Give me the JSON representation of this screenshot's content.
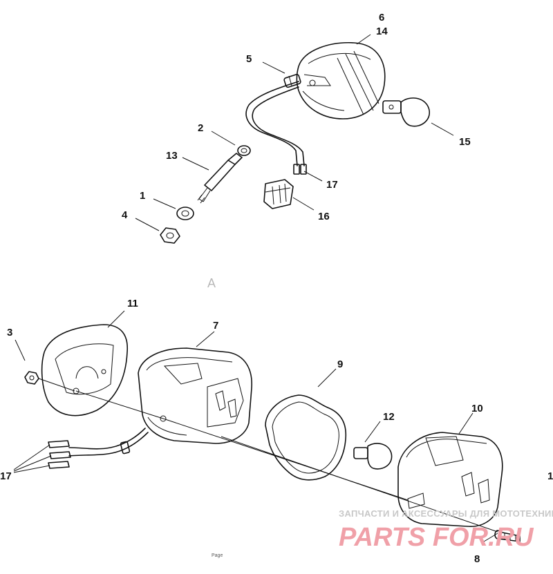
{
  "callouts": [
    {
      "id": "c6",
      "text": "6"
    },
    {
      "id": "c14",
      "text": "14"
    },
    {
      "id": "c5",
      "text": "5"
    },
    {
      "id": "c15",
      "text": "15"
    },
    {
      "id": "c2",
      "text": "2"
    },
    {
      "id": "c13",
      "text": "13"
    },
    {
      "id": "c17a",
      "text": "17"
    },
    {
      "id": "c1",
      "text": "1"
    },
    {
      "id": "c16",
      "text": "16"
    },
    {
      "id": "c4",
      "text": "4"
    },
    {
      "id": "c11",
      "text": "11"
    },
    {
      "id": "c3",
      "text": "3"
    },
    {
      "id": "c7",
      "text": "7"
    },
    {
      "id": "c9",
      "text": "9"
    },
    {
      "id": "c12",
      "text": "12"
    },
    {
      "id": "c10",
      "text": "10"
    },
    {
      "id": "c17b",
      "text": "17"
    },
    {
      "id": "c1b",
      "text": "1"
    },
    {
      "id": "c8",
      "text": "8"
    }
  ],
  "view_label": "A",
  "watermark": {
    "line1": "ЗАПЧАСТИ И АКСЕССУАРЫ ДЛЯ МОТОТЕХНИКИ",
    "logo": "PARTS FOR.RU"
  },
  "footer": "Page"
}
